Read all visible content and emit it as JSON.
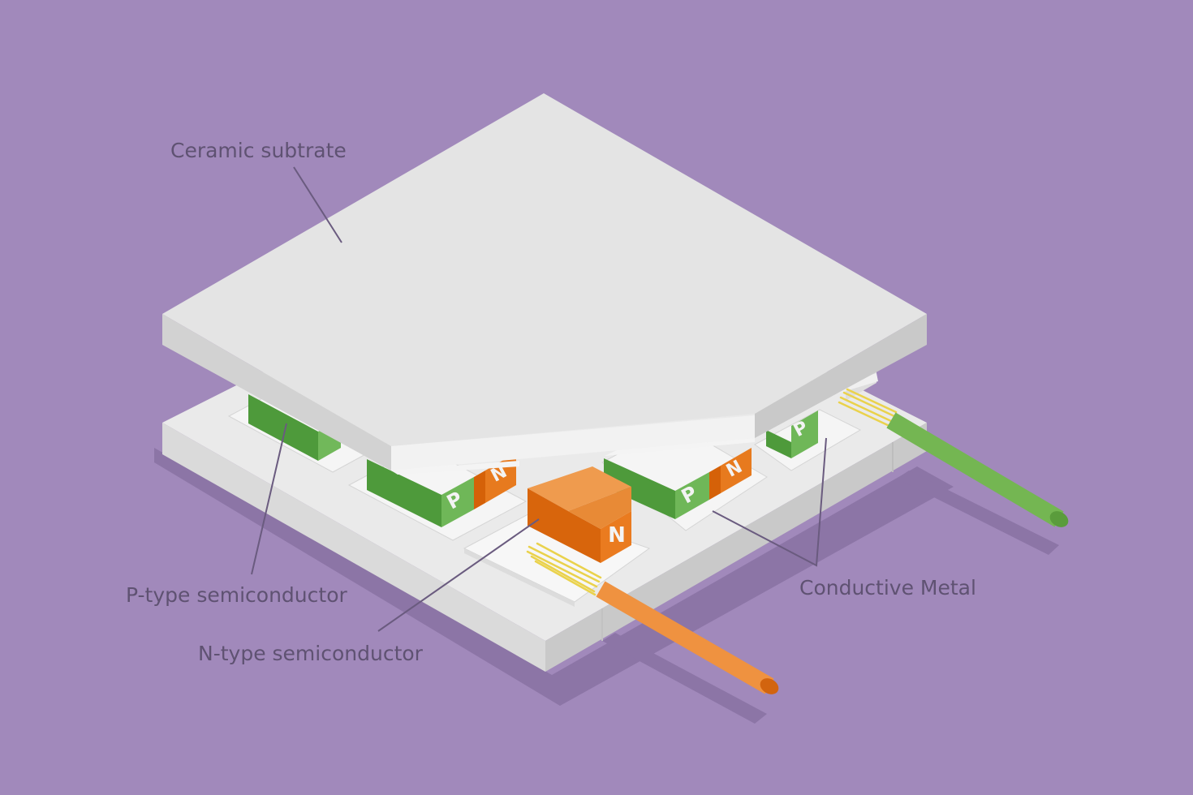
{
  "labels": {
    "ceramic_substrate": "Ceramic subtrate",
    "p_type": "P-type semiconductor",
    "n_type": "N-type semiconductor",
    "conductive_metal": "Conductive Metal"
  },
  "pellet_letters": {
    "p": "P",
    "n": "N"
  },
  "colors": {
    "background": "#a189bb",
    "ceramic_top": "#e3e3e3",
    "ceramic_side": "#d0d0d0",
    "p_type": "#5fa74a",
    "n_type": "#e06a10",
    "wire_orange": "#ef9240",
    "wire_green": "#74b652",
    "wire_strands": "#e8d24a",
    "label_text": "#5f5272"
  }
}
